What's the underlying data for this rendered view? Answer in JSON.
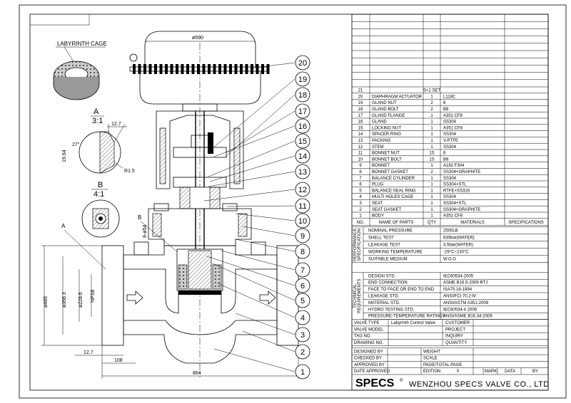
{
  "drawing": {
    "detail_cage_label": "LABYRINTH CAGE",
    "detail_a_label": "A",
    "detail_a_scale": "3:1",
    "detail_a_dims": [
      "12.7",
      "19.64",
      "27°",
      "R1.5"
    ],
    "detail_b_label": "B",
    "detail_b_scale": "4:1",
    "section_markers": [
      "A",
      "B"
    ],
    "actuator_dim": "ø590",
    "body_dims": [
      "ø485",
      "ø368.3",
      "ø228.6",
      "NPS8",
      "8-ø54",
      "12.7",
      "108",
      "864"
    ],
    "balloons": [
      "1",
      "2",
      "3",
      "4",
      "5",
      "6",
      "7",
      "8",
      "9",
      "10",
      "11",
      "12",
      "13",
      "14",
      "15",
      "16",
      "17",
      "18",
      "19",
      "20"
    ]
  },
  "parts_table": {
    "header": {
      "no": "NO.",
      "name": "NAME OF PARTS",
      "qty": "QTY",
      "materials": "MATERIALS",
      "specs": "SPECIFICATIONS"
    },
    "rows": [
      {
        "no": "21",
        "name": "",
        "qty": "S=1 SET",
        "material": ""
      },
      {
        "no": "20",
        "name": "DIAPHRAGM ACTUATOR",
        "qty": "1",
        "material": "L118C"
      },
      {
        "no": "19",
        "name": "GLAND NUT",
        "qty": "2",
        "material": "8"
      },
      {
        "no": "18",
        "name": "GLAND BOLT",
        "qty": "2",
        "material": "B8"
      },
      {
        "no": "17",
        "name": "GLAND FLANGE",
        "qty": "1",
        "material": "A351 CF8"
      },
      {
        "no": "16",
        "name": "GLAND",
        "qty": "1",
        "material": "SS304"
      },
      {
        "no": "15",
        "name": "LOCKING NUT",
        "qty": "1",
        "material": "A351 CF8"
      },
      {
        "no": "14",
        "name": "SPACER RING",
        "qty": "1",
        "material": "SS304"
      },
      {
        "no": "13",
        "name": "PACKING",
        "qty": "1",
        "material": "V-PTFE"
      },
      {
        "no": "12",
        "name": "STEM",
        "qty": "1",
        "material": "SS304"
      },
      {
        "no": "11",
        "name": "BONNET NUT",
        "qty": "1S",
        "material": "8"
      },
      {
        "no": "10",
        "name": "BONNET BOLT",
        "qty": "1S",
        "material": "B8"
      },
      {
        "no": "9",
        "name": "BONNET",
        "qty": "1",
        "material": "A182 F304"
      },
      {
        "no": "8",
        "name": "BONNET GASKET",
        "qty": "2",
        "material": "SS304+GRAPHITE"
      },
      {
        "no": "7",
        "name": "BALANCE CYLINDER",
        "qty": "1",
        "material": "SS304"
      },
      {
        "no": "6",
        "name": "PLUG",
        "qty": "1",
        "material": "SS304+STL"
      },
      {
        "no": "5",
        "name": "BALANCE SEAL RING",
        "qty": "1",
        "material": "RTFE+SS316"
      },
      {
        "no": "4",
        "name": "MULTI HOLES CAGE",
        "qty": "1",
        "material": "SS304"
      },
      {
        "no": "3",
        "name": "SEAT",
        "qty": "1",
        "material": "SS304+STL"
      },
      {
        "no": "2",
        "name": "SEAT GASKET",
        "qty": "1",
        "material": "SS304+GRAPHITE"
      },
      {
        "no": "1",
        "name": "BODY",
        "qty": "1",
        "material": "A351 CF8"
      }
    ]
  },
  "performance": {
    "section_label": "PERFORMANCE SPECIFICATION",
    "rows": [
      {
        "name": "NOMINAL PRESSURE",
        "value": "2500LB"
      },
      {
        "name": "SHELL TEST",
        "value": "630bar(WATER)"
      },
      {
        "name": "LEAKAGE TEST",
        "value": "3.5bar(WATER)"
      },
      {
        "name": "WORKING TEMPERATURE",
        "value": "-29°C~230°C"
      },
      {
        "name": "SUITABLE MEDIUM",
        "value": "W.O.G"
      }
    ]
  },
  "technical": {
    "section_label": "TECHNICAL REQUIREMENTS",
    "rows": [
      {
        "name": "DESIGN STD.",
        "value": "IEC60534-2005"
      },
      {
        "name": "END CONNECTION",
        "value": "ASME B16.5-2009 RTJ"
      },
      {
        "name": "FACE TO FACE OR END TO END",
        "value": "ISA75.16-1994"
      },
      {
        "name": "LEAKAGE STD.",
        "value": "ANSI/FCI 70.2-Ⅳ"
      },
      {
        "name": "MATERIAL STD.",
        "value": "ANSI/ASTM A351-2008"
      },
      {
        "name": "HYDRO TESTING STD.",
        "value": "IEC60534-4 2006"
      },
      {
        "name": "PRESSURE-TEMPERATURE RATINGS",
        "value": "ANSI/ASME B16.34-2009"
      }
    ]
  },
  "info": {
    "rows": [
      {
        "k1": "VALVE TYPE",
        "v1": "Labyrinth Control Valve",
        "k2": "CUSTOMER"
      },
      {
        "k1": "VALVE MODEL",
        "v1": "",
        "k2": "PROJECT"
      },
      {
        "k1": "TAG NO.",
        "v1": "",
        "k2": "INQUIRY"
      },
      {
        "k1": "DRAWING NO.",
        "v1": "",
        "k2": "QUANTITY"
      }
    ]
  },
  "approval": {
    "rows": [
      {
        "k1": "DESIGNED BY",
        "k2": "WEIGHT"
      },
      {
        "k1": "CHECKED BY",
        "k2": "SCALE"
      },
      {
        "k1": "APPROVED BY",
        "k2": "PAGE/TOTAL PAGE"
      },
      {
        "k1": "DATE APPROVED",
        "k2": "EDITION",
        "v2": "0",
        "k3": "MARK",
        "k4": "DATA",
        "k5": "BY"
      }
    ]
  },
  "brand": {
    "logo": "SPECS",
    "registered": "®",
    "company": "WENZHOU SPECS VALVE CO., LTD"
  }
}
